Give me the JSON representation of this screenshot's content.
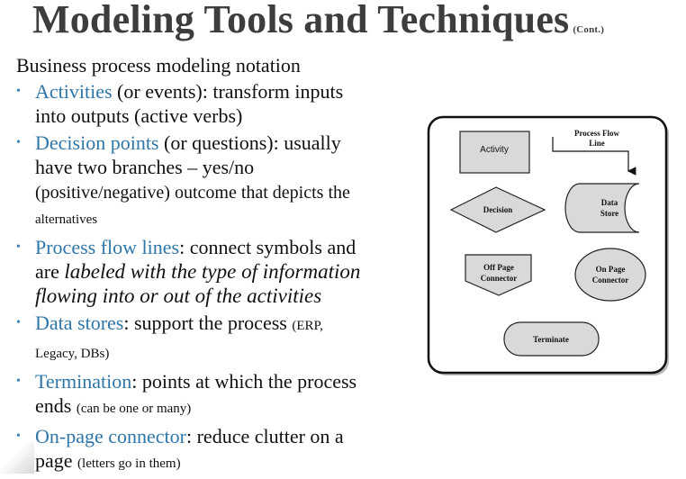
{
  "slide": {
    "title": "Modeling Tools and Techniques",
    "title_suffix": "(Cont.)",
    "subtitle": "Business process modeling notation"
  },
  "bullets": [
    {
      "term": "Activities",
      "line1": " (or events): transform inputs",
      "line2": "into outputs (active verbs)"
    },
    {
      "term": "Decision points",
      "line1": " (or questions): usually",
      "line2": "have two branches – yes/no",
      "line3": "(positive/negative) outcome that depicts the",
      "line4": "alternatives"
    },
    {
      "term": "Process flow lines",
      "line1": ": connect symbols and",
      "line2a": "are ",
      "line2b": "labeled with the type of information",
      "line3": "flowing into or out of the activities"
    },
    {
      "term": "Data stores",
      "line1": ": support the process ",
      "note1": "(ERP,",
      "note2": "Legacy, DBs)"
    },
    {
      "term": "Termination",
      "line1": ": points at which the process",
      "line2": "ends ",
      "note": "(can be one or many)"
    },
    {
      "term": "On-page connector",
      "line1": ": reduce clutter on a",
      "line2": "page ",
      "note": "(letters go in them)"
    }
  ],
  "bullet_symbol": "•",
  "diagram": {
    "activity": "Activity",
    "process_flow_line_1": "Process Flow",
    "process_flow_line_2": "Line",
    "decision": "Decision",
    "data_store_1": "Data",
    "data_store_2": "Store",
    "off_page_1": "Off Page",
    "off_page_2": "Connector",
    "on_page_1": "On Page",
    "on_page_2": "Connector",
    "terminate": "Terminate"
  },
  "colors": {
    "title": "#3d3d3d",
    "term": "#2e76a8",
    "bullet": "#3a7fb7",
    "shape_fill": "#d9d9d9"
  }
}
